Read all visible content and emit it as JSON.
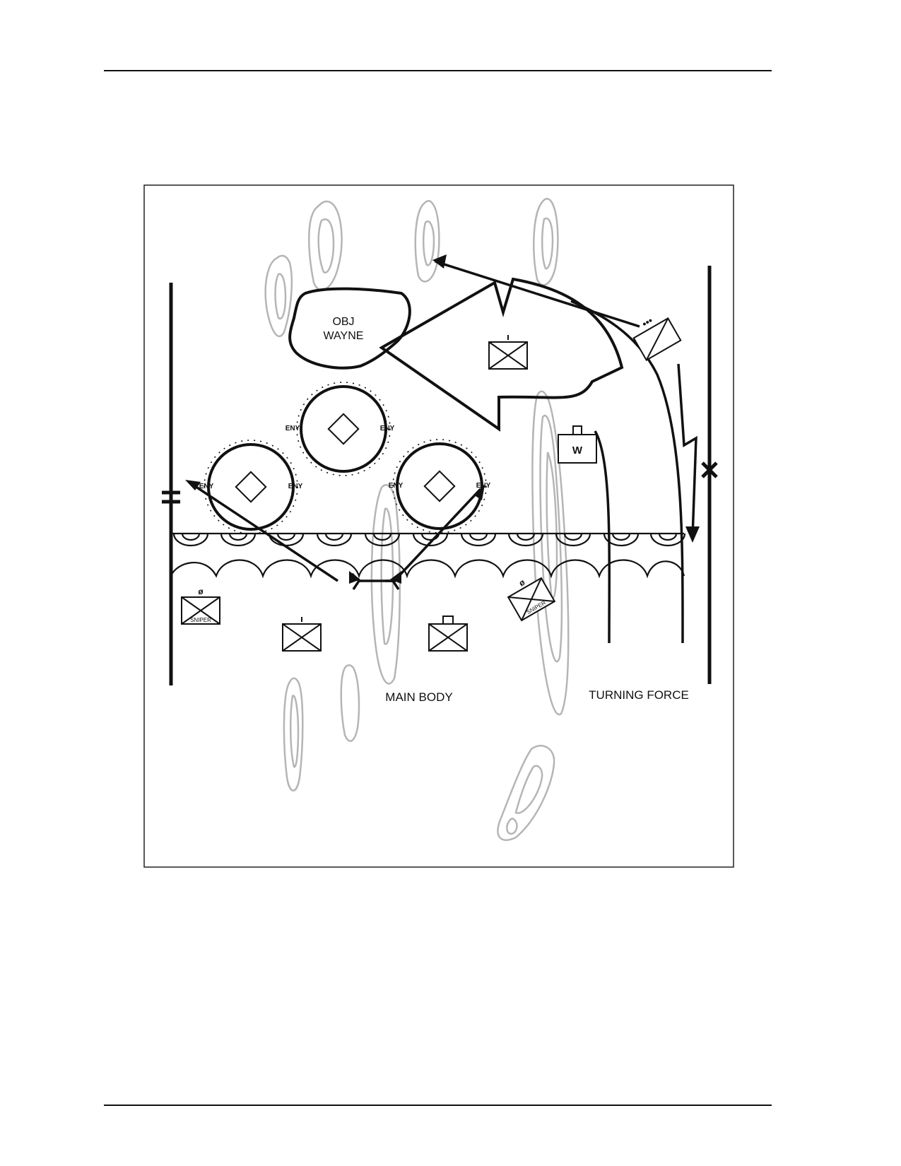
{
  "objective": {
    "line1": "OBJ",
    "line2": "WAYNE"
  },
  "labels": {
    "main_body": "MAIN BODY",
    "turning_force": "TURNING FORCE"
  },
  "enemy": {
    "marker": "ENY"
  },
  "units": {
    "platoon_echelon": "I",
    "weapons_letter": "W",
    "sniper": "SNIPER",
    "section_symbol": "ø"
  }
}
